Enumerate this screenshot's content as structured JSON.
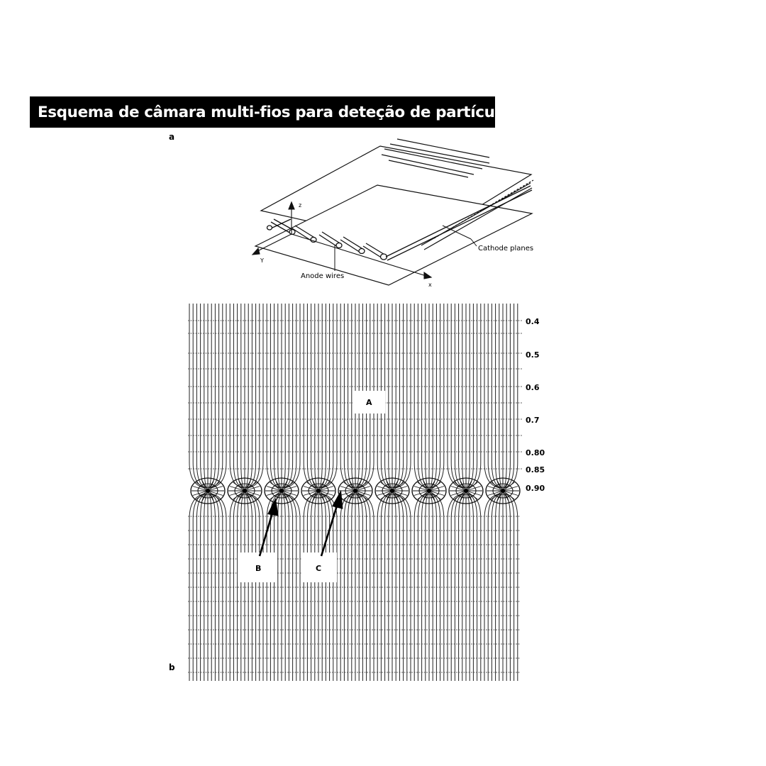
{
  "title": "Esquema de câmara multi-fios para deteção de partículas",
  "panel_a": {
    "label": "a",
    "cathode_label": "Cathode planes",
    "anode_label": "Anode wires",
    "axis_x": "x",
    "axis_y": "Y",
    "axis_z": "z"
  },
  "panel_b": {
    "label": "b",
    "values": [
      "0.4",
      "0.5",
      "0.6",
      "0.7",
      "0.80",
      "0.85",
      "0.90"
    ],
    "region_a": "A",
    "region_b": "B",
    "region_c": "C",
    "anode_wire_count": 9
  }
}
